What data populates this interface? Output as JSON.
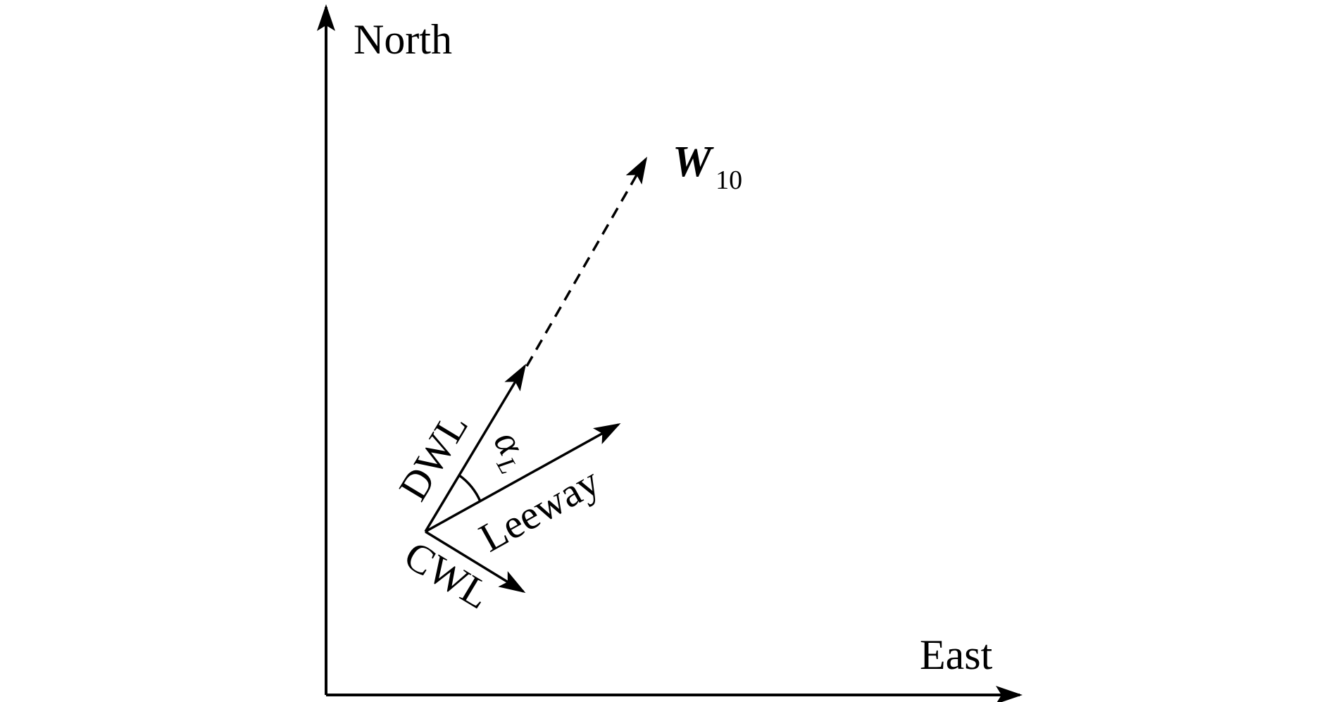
{
  "axes": {
    "north_label": "North",
    "east_label": "East"
  },
  "vectors": {
    "wind": {
      "symbol": "W",
      "subscript": "10"
    },
    "downwind": {
      "label": "DWL"
    },
    "crosswind": {
      "label": "CWL"
    },
    "leeway": {
      "label": "Leeway"
    }
  },
  "angle": {
    "symbol": "α",
    "subscript": "L"
  },
  "colors": {
    "ink": "#000000",
    "background": "#ffffff"
  }
}
